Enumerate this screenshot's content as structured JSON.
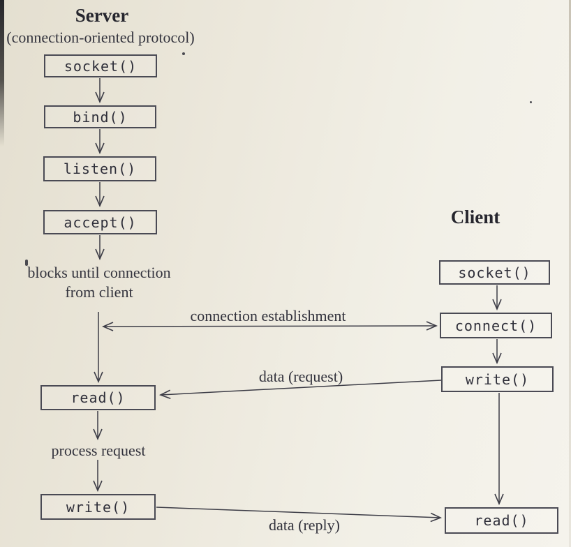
{
  "server": {
    "title": "Server",
    "subtitle": "(connection-oriented protocol)",
    "calls": {
      "socket": "socket()",
      "bind": "bind()",
      "listen": "listen()",
      "accept": "accept()",
      "read": "read()",
      "write": "write()"
    },
    "block_note_line1": "blocks until connection",
    "block_note_line2": "from client",
    "process_note": "process request"
  },
  "client": {
    "title": "Client",
    "calls": {
      "socket": "socket()",
      "connect": "connect()",
      "write": "write()",
      "read": "read()"
    }
  },
  "flows": {
    "connection_establishment": "connection establishment",
    "data_request": "data (request)",
    "data_reply": "data (reply)"
  },
  "colors": {
    "ink": "#3c3c46",
    "box_border": "#4a4a54",
    "paper_dark": "#e4dfd0",
    "paper_light": "#f5f3ec"
  }
}
